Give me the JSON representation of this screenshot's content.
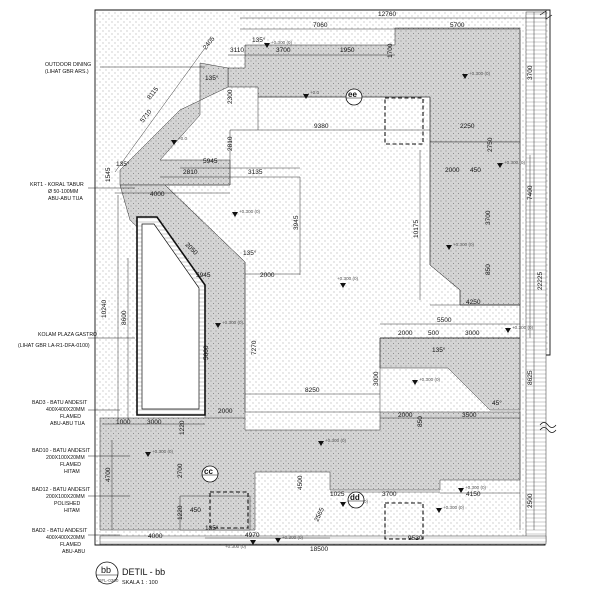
{
  "dimensions": {
    "top_overall": "12760",
    "top_left": "7060",
    "top_right": "5700",
    "d2405": "2405",
    "d3110": "3110",
    "d3700a": "3700",
    "d1950": "1950",
    "d1700": "1700",
    "d135a": "135°",
    "d135b": "135°",
    "d135c": "135°",
    "d135d": "135°",
    "d135e": "135°",
    "d135f": "135°",
    "d8115": "8115",
    "d5710": "5710",
    "d2300": "2300",
    "d9380": "9380",
    "d2250": "2250",
    "d5945a": "5945",
    "d2810a": "2810",
    "d2810b": "2810",
    "d3135": "3135",
    "d1545": "1545",
    "d4000a": "4000",
    "d2000a": "2000",
    "d450a": "450",
    "d2750": "2750",
    "d3945": "3945",
    "d10175": "10175",
    "d3700r": "3700",
    "d3700v": "3700",
    "d7400": "7400",
    "d2050": "2050",
    "d5945b": "5945",
    "d2000b": "2000",
    "d850": "850",
    "d22225": "22225",
    "d4250": "4250",
    "d10240": "10240",
    "d8600": "8600",
    "d5500": "5500",
    "d2000c": "2000",
    "d500": "500",
    "d3000a": "3000",
    "d5600": "5600",
    "d7270": "7270",
    "d3000v": "3000",
    "d8625": "8625",
    "d2000d": "2000",
    "d8250": "8250",
    "d2000e": "2000",
    "d3500": "3500",
    "d850b": "850",
    "d1000": "1000",
    "d3000b": "3000",
    "d1220a": "1220",
    "d4700": "4700",
    "d2700": "2700",
    "d4500": "4500",
    "d1025": "1025",
    "d3700b": "3700",
    "d4150": "4150",
    "d2500": "2500",
    "d1220b": "1220",
    "d450b": "450",
    "d2565": "2565",
    "d4970": "4970",
    "d4000b": "4000",
    "d18500": "18500",
    "d9530": "9530",
    "d45": "45°"
  },
  "levels": {
    "l1": "+0.300 (0)",
    "l2": "+0.0",
    "l3": "+0.300 (0)",
    "l4": "+0.0",
    "l5": "+0.300 (0)",
    "l6": "+0.300 (0)",
    "l7": "+0.300 (0)",
    "l8": "+0.300 (0)",
    "l9": "+0.300 (0)",
    "l10": "+0.300 (0)",
    "l11": "+0.300 (0)",
    "l12": "+0.300 (0)",
    "l13": "+0.300 (0)",
    "l14": "+0.300 (0)",
    "l15": "+0.300 (0)",
    "l16": "+0.300 (0)",
    "l17": "+0.300 (0)",
    "l18": "+0.300 (0)"
  },
  "labels": {
    "outdoor_1": "OUTDOOR DINING",
    "outdoor_2": "(LIHAT GBR ARS.)",
    "krt_1": "KRT1 - KORAL TABUR",
    "krt_2": "Ø 50-100MM",
    "krt_3": "ABU-ABU TUA",
    "kolam_1": "KOLAM PLAZA GASTRO",
    "kolam_2": "(LIHAT GBR LA-R1-DFA-0100)",
    "bad3_1": "BAD3 - BATU ANDESIT",
    "bad3_2": "400X400X20MM",
    "bad3_3": "FLAMED",
    "bad3_4": "ABU-ABU TUA",
    "bad10_1": "BAD10 - BATU ANDESIT",
    "bad10_2": "200X100X20MM",
    "bad10_3": "FLAMED",
    "bad10_4": "HITAM",
    "bad12_1": "BAD12 - BATU ANDESIT",
    "bad12_2": "200X100X20MM",
    "bad12_3": "POLISHED",
    "bad12_4": "HITAM",
    "bad2_1": "BAD2 - BATU ANDESIT",
    "bad2_2": "400X400X20MM",
    "bad2_3": "FLAMED",
    "bad2_4": "ABU-ABU"
  },
  "tags": {
    "ee": "ee",
    "cc": "cc",
    "dd": "dd"
  },
  "title": {
    "bubble": "bb",
    "sheet": "DFL-0300",
    "name": "DETIL - bb",
    "scale": "SKALA   1 : 100"
  },
  "colors": {
    "paving": "#d6d6d6",
    "stipple": "#8a8a8a",
    "line": "#111111"
  }
}
